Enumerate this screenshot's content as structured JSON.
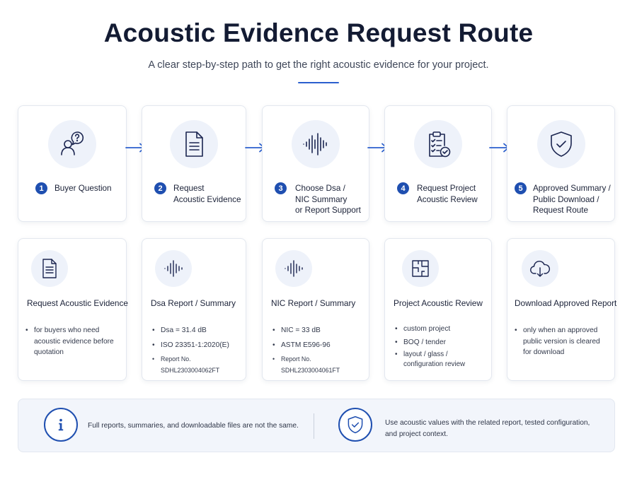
{
  "header": {
    "title": "Acoustic Evidence Request Route",
    "subtitle": "A clear step-by-step path to get the right acoustic evidence for your project."
  },
  "steps": [
    {
      "number": "1",
      "label_lines": [
        "Buyer Question"
      ],
      "icon": "user-question-icon"
    },
    {
      "number": "2",
      "label_lines": [
        "Request",
        "Acoustic Evidence"
      ],
      "icon": "document-icon"
    },
    {
      "number": "3",
      "label_lines": [
        "Choose Dsa /",
        "NIC Summary",
        "or Report Support"
      ],
      "icon": "sound-wave-icon"
    },
    {
      "number": "4",
      "label_lines": [
        "Request Project",
        "Acoustic Review"
      ],
      "icon": "clipboard-check-icon"
    },
    {
      "number": "5",
      "label_lines": [
        "Approved Summary /",
        "Public Download /",
        "Request Route"
      ],
      "icon": "shield-check-icon"
    }
  ],
  "details": [
    {
      "title": "Request Acoustic Evidence",
      "icon": "document-icon",
      "bullets": [
        "for buyers who need acoustic evidence before quotation"
      ]
    },
    {
      "title": "Dsa Report / Summary",
      "icon": "sound-wave-icon",
      "bullets": [
        "Dsa = 31.4 dB",
        "ISO 23351-1:2020(E)",
        "Report No. SDHL2303004062FT"
      ]
    },
    {
      "title": "NIC Report / Summary",
      "icon": "sound-wave-icon",
      "bullets": [
        "NIC = 33 dB",
        "ASTM E596-96",
        "Report No. SDHL2303004061FT"
      ]
    },
    {
      "title": "Project Acoustic Review",
      "icon": "floor-plan-icon",
      "bullets": [
        "custom project",
        "BOQ / tender",
        "layout / glass / configuration review"
      ]
    },
    {
      "title": "Download Approved Report",
      "icon": "cloud-download-icon",
      "bullets": [
        "only when an approved public version is cleared for download"
      ]
    }
  ],
  "footer": {
    "note_left": "Full reports, summaries, and downloadable files are not the same.",
    "note_right_lines": [
      "Use acoustic values with the related report, tested configuration,",
      "and project context."
    ],
    "icon_left": "info-icon",
    "icon_right": "shield-check-icon"
  },
  "colors": {
    "accent": "#1f4fb0",
    "icon_bg": "#eef2fa",
    "arrow": "#2b5fce"
  }
}
